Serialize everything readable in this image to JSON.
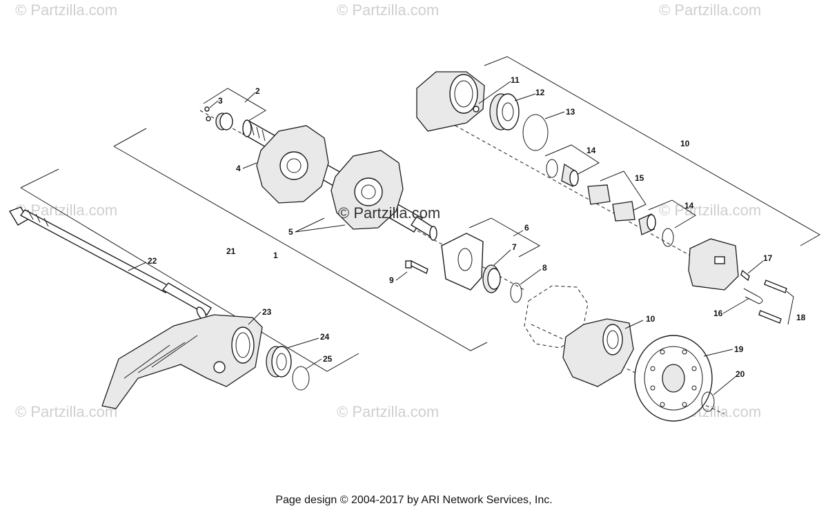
{
  "watermarks": {
    "corner_text": "© Partzilla.com",
    "center_text": "© Partzilla.com"
  },
  "footer": {
    "text": "Page design © 2004-2017 by ARI Network Services, Inc."
  },
  "callouts": [
    "1",
    "2",
    "3",
    "4",
    "5",
    "6",
    "7",
    "8",
    "9",
    "10",
    "10",
    "11",
    "12",
    "13",
    "14",
    "14",
    "15",
    "16",
    "17",
    "18",
    "19",
    "20",
    "21",
    "22",
    "23",
    "24",
    "25"
  ],
  "colors": {
    "line": "#1a1a1a",
    "watermark": "#cfcfcf",
    "background": "#ffffff"
  }
}
